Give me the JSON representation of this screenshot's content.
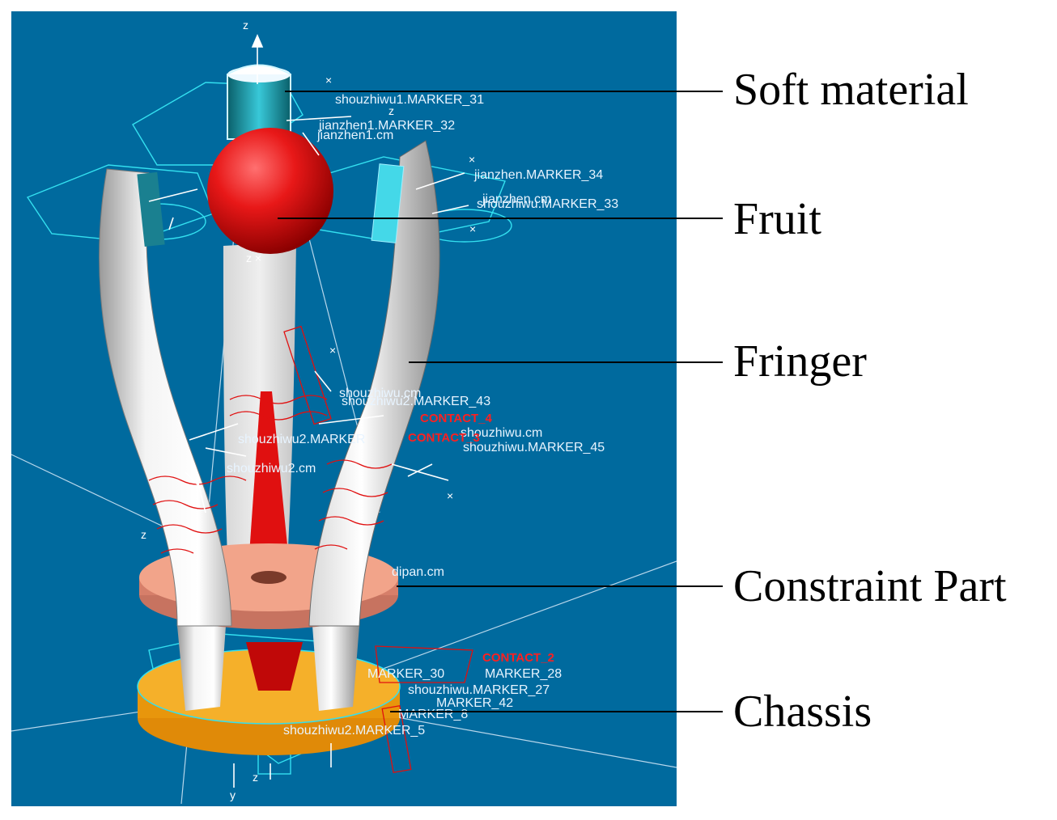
{
  "callouts": [
    {
      "id": "soft-material",
      "text": "Soft material"
    },
    {
      "id": "fruit",
      "text": "Fruit"
    },
    {
      "id": "finger",
      "text": "Fringer"
    },
    {
      "id": "constraint-part",
      "text": "Constraint Part"
    },
    {
      "id": "chassis",
      "text": "Chassis"
    }
  ],
  "markers": {
    "m31": "shouzhiwu1.MARKER_31",
    "m32": "jianzhen1.MARKER_32",
    "jcm1": "jianzhen1.cm",
    "m34": "jianzhen.MARKER_34",
    "jcm": "jianzhen.cm",
    "m33": "shouzhiwu.MARKER_33",
    "m43": "shouzhiwu2.MARKER_43",
    "scm": "shouzhiwu.cm",
    "m45": "shouzhiwu.MARKER_45",
    "s2mar": "shouzhiwu2.MARKER",
    "s2cm": "shouzhiwu2.cm",
    "dipan": "dipan.cm",
    "m28": "MARKER_28",
    "m30": "MARKER_30",
    "m27": "shouzhiwu.MARKER_27",
    "m42": "MARKER_42",
    "m5": "shouzhiwu2.MARKER_5",
    "c2": "CONTACT_2",
    "c4": "CONTACT_4",
    "c3": "CONTACT_3",
    "m8": "MARKER_8"
  },
  "colors": {
    "background": "#006a9e",
    "fruit": "#e01010",
    "finger": "#e6e6e6",
    "constraint": "#f2a48a",
    "chassis": "#f5a416",
    "wire": "#33e0f0",
    "spring": "#e01010"
  }
}
